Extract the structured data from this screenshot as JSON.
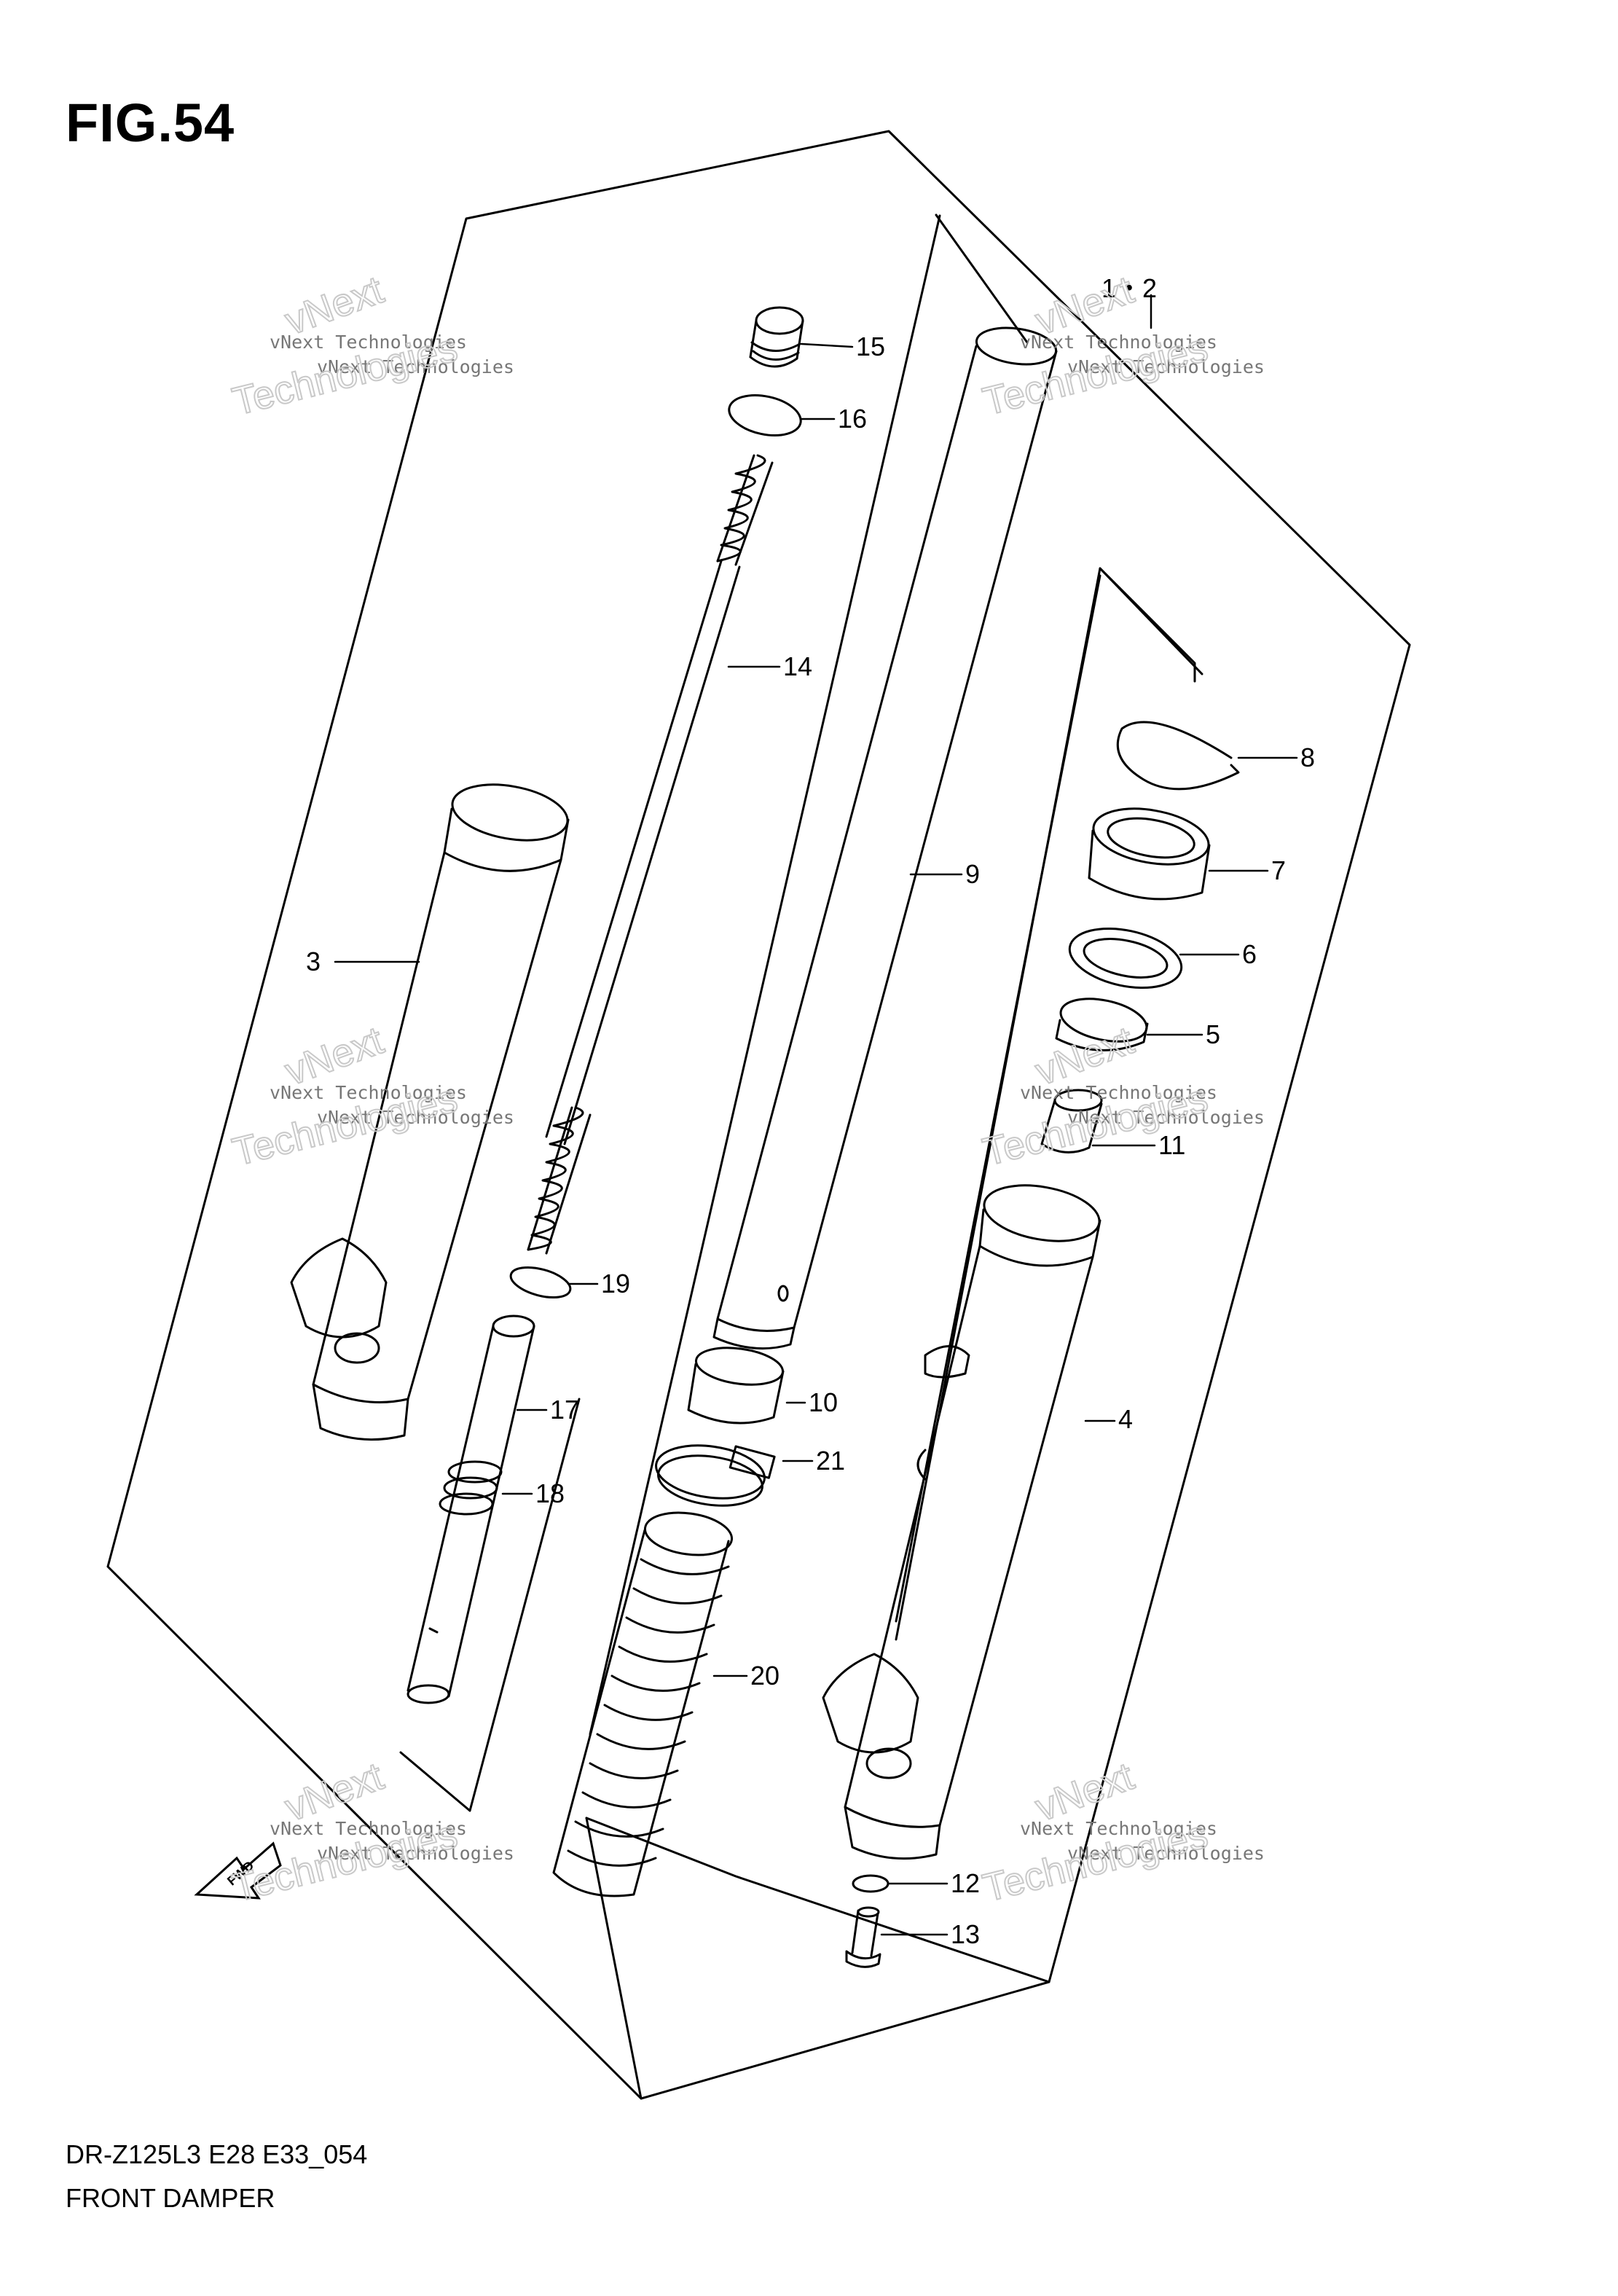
{
  "figure": {
    "number": "FIG.54",
    "model_code": "DR-Z125L3 E28 E33_054",
    "section": "FRONT DAMPER"
  },
  "callouts": [
    "1・2",
    "3",
    "4",
    "5",
    "6",
    "7",
    "8",
    "9",
    "10",
    "11",
    "12",
    "13",
    "14",
    "15",
    "16",
    "17",
    "18",
    "19",
    "20",
    "21"
  ],
  "watermark": {
    "line1": "vNext Technologies",
    "line2": "vNext",
    "line3": "Technologies"
  },
  "direction_badge": "FWD",
  "colors": {
    "ink": "#000000",
    "watermark": "#c9c9c9",
    "paper": "#ffffff"
  }
}
